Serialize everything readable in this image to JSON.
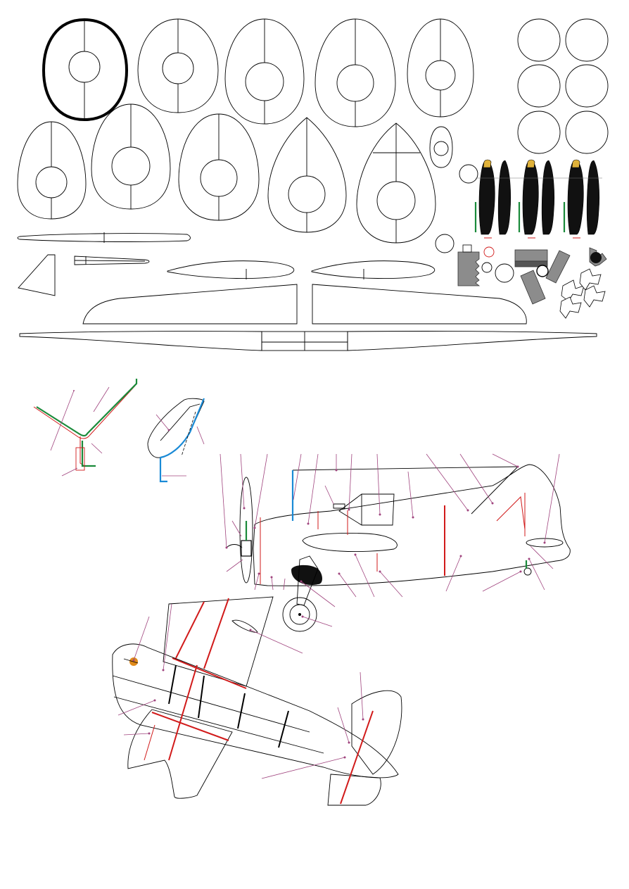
{
  "sheet": {
    "description_visible_text": "",
    "colors": {
      "outline": "#000000",
      "leader": "#a0447e",
      "spar": "#d11a1a",
      "wire_green": "#1a8a3a",
      "wire_blue": "#1a8ad6",
      "part_grey": "#8c8c8c",
      "propeller": "#111111",
      "prop_tip": "#e0b23a",
      "hub": "#e08a1a"
    },
    "sections": {
      "parts_sheet": "formers-ribs-propellers-wings",
      "landing_gear_detail": "gear-legs",
      "side_assembly": "fuselage-side-view",
      "top_assembly": "wing-fuselage-perspective"
    }
  }
}
